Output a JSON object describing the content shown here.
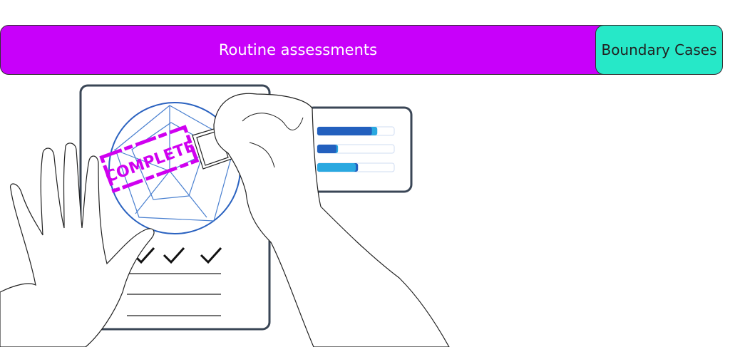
{
  "bar": {
    "routine_label": "Routine assessments",
    "boundary_label": "Boundary Cases",
    "routine_color": "#c800fa",
    "boundary_color": "#26e8c8"
  },
  "illustration": {
    "stamp_text": "COMPLETE",
    "stamp_color": "#d000f0",
    "progress_bars": [
      {
        "dark_percent": 71,
        "light_percent": 78
      },
      {
        "dark_percent": 25,
        "light_percent": 27
      },
      {
        "dark_percent": 53,
        "light_percent": 50
      }
    ],
    "checkmarks": 3
  }
}
